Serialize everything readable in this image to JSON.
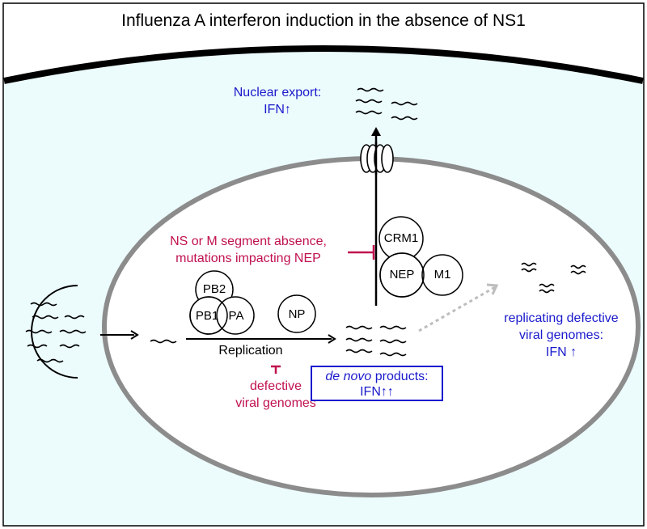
{
  "title": "Influenza A interferon induction in the absence of NS1",
  "labels": {
    "nuclear_export": {
      "line1": "Nuclear export:",
      "line2": "IFN↑"
    },
    "segment_absence": {
      "line1": "NS or M segment absence,",
      "line2": "mutations impacting NEP"
    },
    "replication": "Replication",
    "defective_genomes": {
      "line1": "defective",
      "line2": "viral genomes"
    },
    "de_novo": {
      "line1_italic": "de novo",
      "line1_rest": " products:",
      "line2": "IFN↑↑"
    },
    "replicating_defective": {
      "line1": "replicating defective",
      "line2": "viral genomes:",
      "line3": "IFN ↑"
    }
  },
  "proteins": {
    "pb2": "PB2",
    "pb1": "PB1",
    "pa": "PA",
    "np": "NP",
    "crm1": "CRM1",
    "nep": "NEP",
    "m1": "M1"
  },
  "colors": {
    "cytoplasm": "#ecfbfc",
    "nucleus": "#ffffff",
    "membrane": "#000000",
    "nuclear_envelope": "#8c8c8c",
    "activation_text": "#1a1acc",
    "inhibition_text": "#c0114e"
  }
}
